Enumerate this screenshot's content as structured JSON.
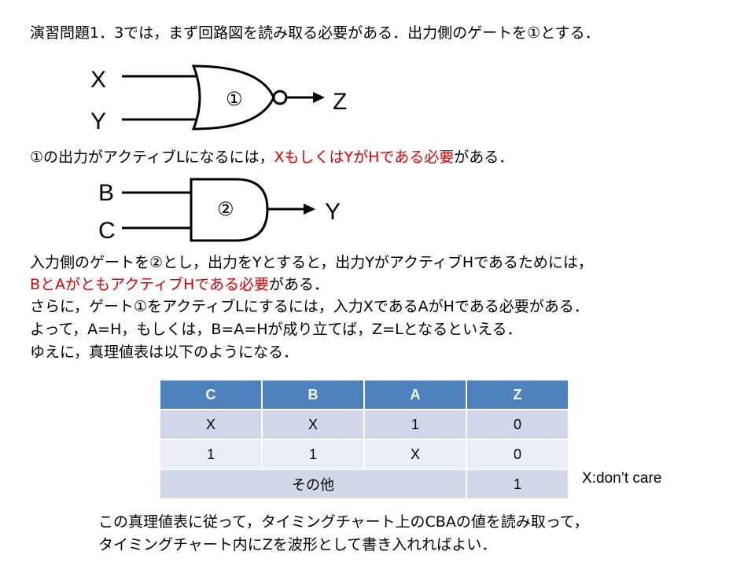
{
  "intro": "演習問題1．3では，まず回路図を読み取る必要がある．出力側のゲートを①とする．",
  "gate1": {
    "in_top": "X",
    "in_bottom": "Y",
    "symbol": "①",
    "out": "Z"
  },
  "line2": {
    "part1": "①の出力がアクティブLになるには，",
    "part2_red": "XもしくはYがHである必要",
    "part3": "がある．"
  },
  "gate2": {
    "in_top": "B",
    "in_bottom": "C",
    "symbol": "②",
    "out": "Y"
  },
  "line3": "入力側のゲートを②とし，出力をYとすると，出力YがアクティブHであるためには，",
  "line4": {
    "part1_red": "BとAがともアクティブHである必要",
    "part2": "がある．"
  },
  "line5": "さらに，ゲート①をアクティブLにするには，入力XであるAがHである必要がある．",
  "line6": "よって，A=H，もしくは，B=A=Hが成り立てば，Z=Lとなるといえる．",
  "line7": "ゆえに，真理値表は以下のようになる．",
  "table": {
    "headers": [
      "C",
      "B",
      "A",
      "Z"
    ],
    "rows": [
      [
        "X",
        "X",
        "1",
        "0"
      ],
      [
        "1",
        "1",
        "X",
        "0"
      ]
    ],
    "last_row": {
      "merged": "その他",
      "z": "1"
    }
  },
  "note": "X:don’t care",
  "footer": {
    "line1": "この真理値表に従って，タイミングチャート上のCBAの値を読み取って，",
    "line2": "タイミングチャート内にZを波形として書き入れればよい．"
  },
  "colors": {
    "accent_red": "#e00000",
    "header_blue": "#4f81bd",
    "row_light": "#cfd7e8",
    "row_lighter": "#e9edf4"
  }
}
